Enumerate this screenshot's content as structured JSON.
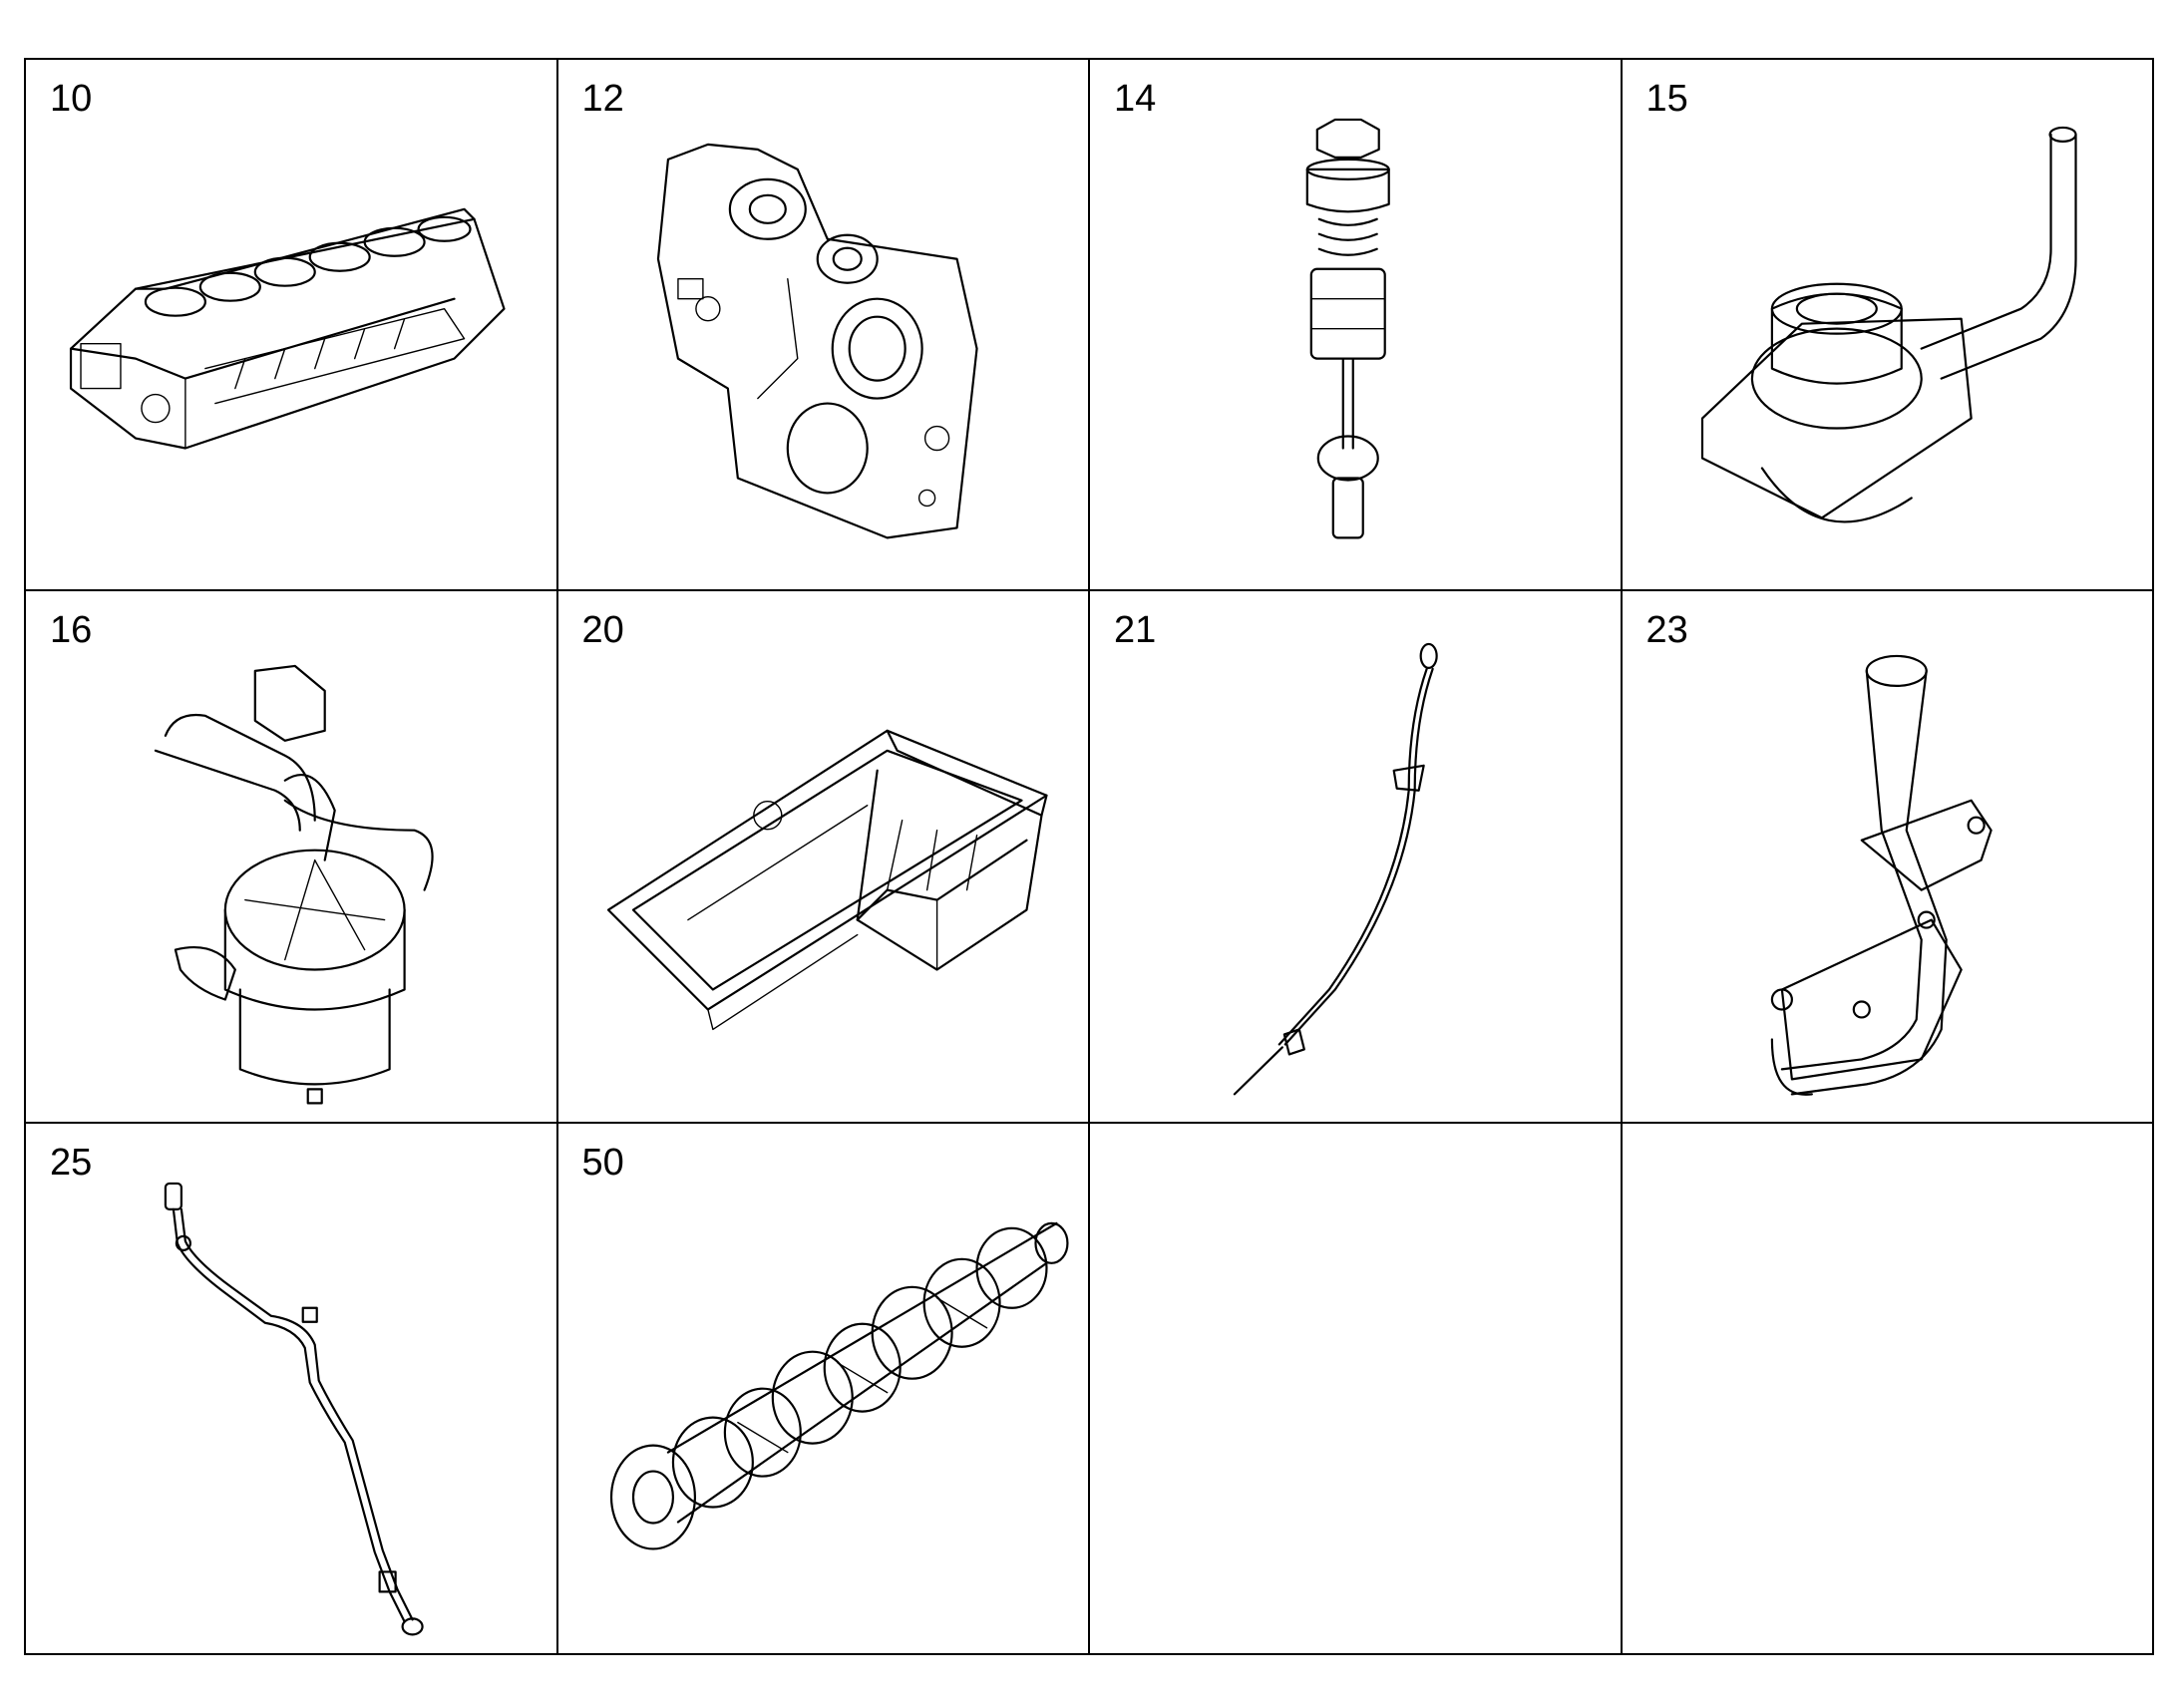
{
  "parts": [
    {
      "number": "10",
      "icon": "cylinder-block-icon"
    },
    {
      "number": "12",
      "icon": "timing-case-icon"
    },
    {
      "number": "14",
      "icon": "valve-plug-icon"
    },
    {
      "number": "15",
      "icon": "filler-neck-icon"
    },
    {
      "number": "16",
      "icon": "oil-separator-icon"
    },
    {
      "number": "20",
      "icon": "oil-pan-icon"
    },
    {
      "number": "21",
      "icon": "dipstick-icon"
    },
    {
      "number": "23",
      "icon": "guide-tube-icon"
    },
    {
      "number": "25",
      "icon": "oil-line-icon"
    },
    {
      "number": "50",
      "icon": "crankshaft-icon"
    }
  ]
}
